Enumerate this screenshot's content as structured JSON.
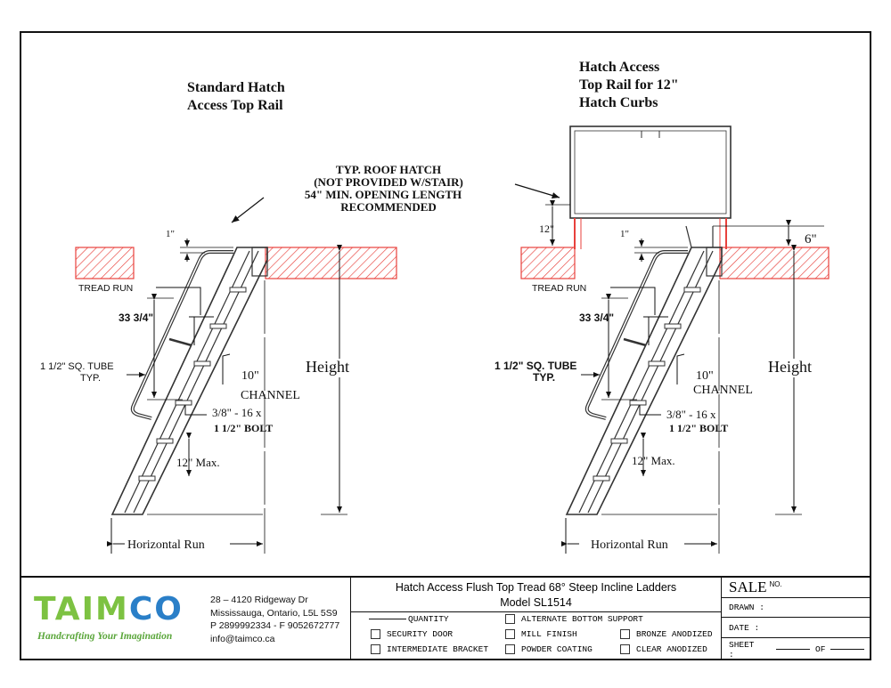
{
  "drawing_left": {
    "title_line1": "Standard Hatch",
    "title_line2": "Access Top Rail",
    "note_line1": "TYP. ROOF HATCH",
    "note_line2": "(NOT PROVIDED W/STAIR)",
    "note_line3": "54\" MIN. OPENING LENGTH",
    "note_line4": "RECOMMENDED",
    "dim_top": "1\"",
    "tread_run": "TREAD RUN",
    "handrail_height": "33 3/4\"",
    "tube_line1": "1 1/2\" SQ. TUBE",
    "tube_line2": "TYP.",
    "channel_line1": "10\"",
    "channel_line2": "CHANNEL",
    "bolt_line1": "3/8\" - 16 x",
    "bolt_line2": "1 1/2\" BOLT",
    "tread_spacing": "12\" Max.",
    "height": "Height",
    "horizontal_run": "Horizontal Run"
  },
  "drawing_right": {
    "title_line1": "Hatch Access",
    "title_line2": "Top Rail for 12\"",
    "title_line3": "Hatch Curbs",
    "curb_height": "12\"",
    "dim_top": "1\"",
    "curb_offset": "6\"",
    "tread_run": "TREAD RUN",
    "handrail_height": "33 3/4\"",
    "tube_line1": "1 1/2\" SQ. TUBE",
    "tube_line2": "TYP.",
    "channel_line1": "10\"",
    "channel_line2": "CHANNEL",
    "bolt_line1": "3/8\" - 16 x",
    "bolt_line2": "1 1/2\" BOLT",
    "tread_spacing": "12\" Max.",
    "height": "Height",
    "horizontal_run": "Horizontal Run"
  },
  "title_block": {
    "logo_text": "TAIMCO",
    "logo_tagline": "Handcrafting Your Imagination",
    "address_line1": "28 – 4120 Ridgeway Dr",
    "address_line2": "Mississauga, Ontario, L5L 5S9",
    "phone_fax": "P 2899992334 - F 9052672777",
    "email": "info@taimco.ca",
    "title_line1": "Hatch Access Flush Top Tread 68° Steep Incline Ladders",
    "title_line2": "Model SL1514",
    "quantity": "QUANTITY",
    "options": [
      "ALTERNATE BOTTOM SUPPORT",
      "SECURITY DOOR",
      "MILL FINISH",
      "BRONZE ANODIZED",
      "INTERMEDIATE BRACKET",
      "POWDER COATING",
      "CLEAR ANODIZED"
    ],
    "sale": "SALE",
    "sale_no": "NO.",
    "drawn": "DRAWN :",
    "date": "DATE :",
    "sheet": "SHEET :",
    "of": "OF"
  },
  "colors": {
    "hatch_red": "#e8413c",
    "logo_green": "#7dc242",
    "logo_blue": "#2a7fc8"
  }
}
